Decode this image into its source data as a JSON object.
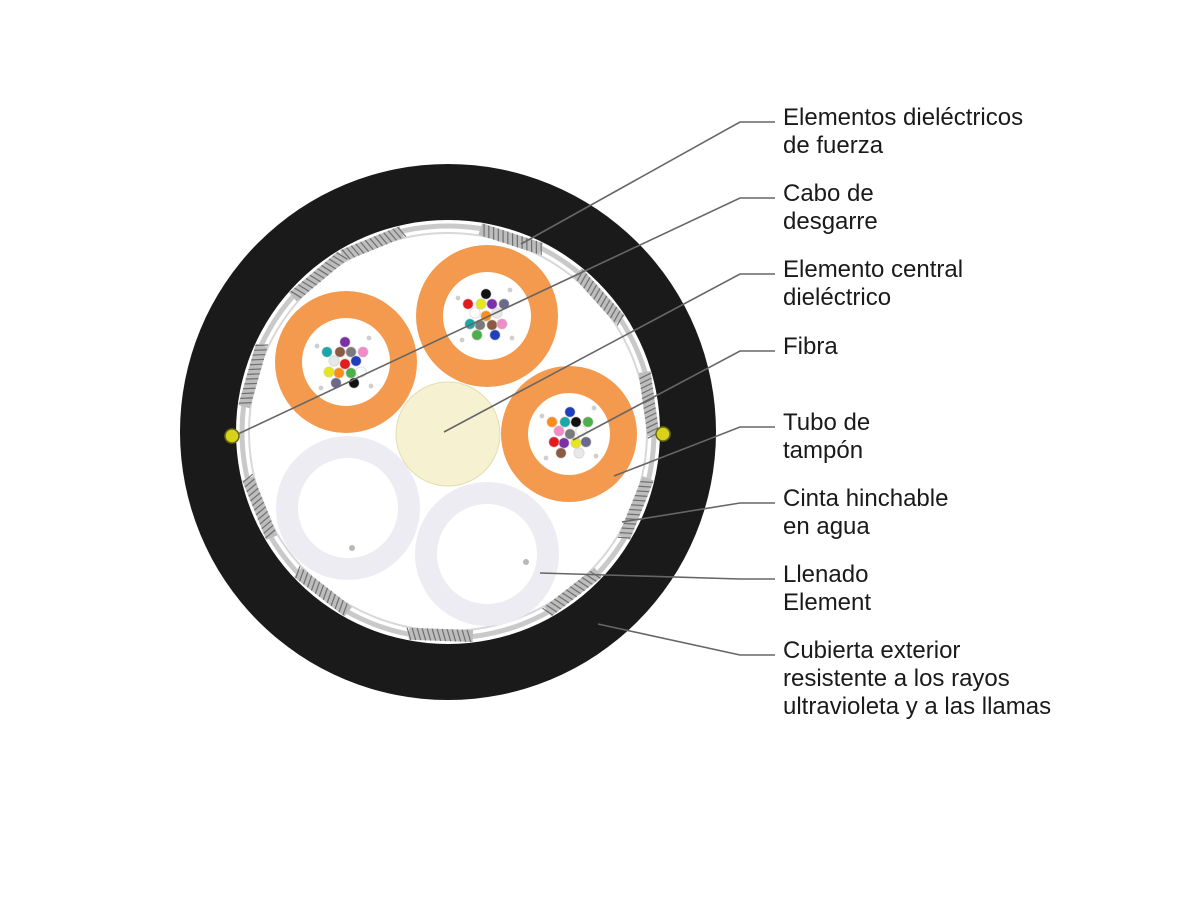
{
  "labels": {
    "strength": [
      "Elementos dieléctricos",
      "de fuerza"
    ],
    "ripcord": [
      "Cabo de",
      "desgarre"
    ],
    "central": [
      "Elemento central",
      "dieléctrico"
    ],
    "fiber": [
      "Fibra"
    ],
    "tube": [
      "Tubo de",
      "tampón"
    ],
    "tape": [
      "Cinta hinchable",
      "en agua"
    ],
    "filler": [
      "Llenado",
      "Element"
    ],
    "jacket": [
      "Cubierta exterior",
      "resistente a los rayos",
      "ultravioleta y a las llamas"
    ]
  },
  "colors": {
    "jacket": "#1a1a1a",
    "buffer_tube": "#f39a4f",
    "filler": "#ececf2",
    "central_member": "#f6f1d0",
    "leader_line": "#666666",
    "ripcord": "#d9d21a",
    "fiber_colors": [
      "#e41a1c",
      "#1f3fbf",
      "#4daf4a",
      "#ff8c1a",
      "#e8e8e8",
      "#8a5a44",
      "#7a7a7a",
      "#ffffff",
      "#e6e61a",
      "#7b2fa8",
      "#f08cc8",
      "#18a8a8",
      "#111111",
      "#6a6a8a"
    ]
  }
}
